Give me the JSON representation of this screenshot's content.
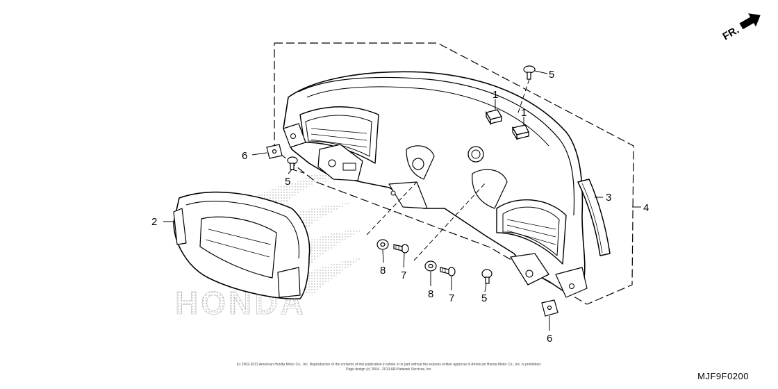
{
  "orientation": {
    "label": "FR."
  },
  "callouts": {
    "c1a": "1",
    "c1b": "1",
    "c2": "2",
    "c3": "3",
    "c4": "4",
    "c5a": "5",
    "c5b": "5",
    "c5c": "5",
    "c6a": "6",
    "c6b": "6",
    "c7a": "7",
    "c7b": "7",
    "c8a": "8",
    "c8b": "8"
  },
  "watermark": {
    "text": "HONDA"
  },
  "footer": {
    "copyright": "(c) 2002-2013 American Honda Motor Co., Inc. Reproduction of the contents of this publication in whole or in part without the express written approval of American Honda Motor Co., Inc. is prohibited.",
    "page_design": "Page design (c) 2004 - 2013 ARI Network Services, Inc.",
    "part_code": "MJF9F0200"
  }
}
